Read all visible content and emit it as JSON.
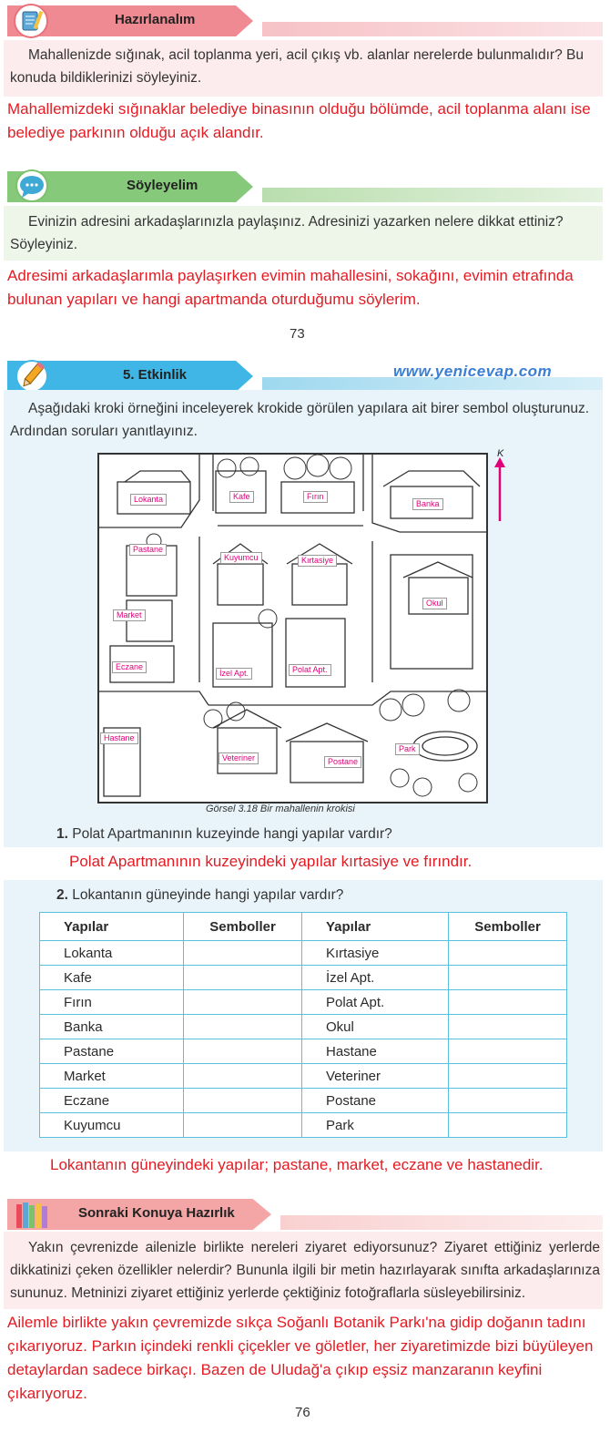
{
  "section1": {
    "title": "Hazırlanalım",
    "text": "Mahallenizde sığınak, acil toplanma yeri, acil çıkış vb. alanlar nerelerde bulunmalıdır? Bu konuda bildiklerinizi söyleyiniz.",
    "answer": "Mahallemizdeki sığınaklar belediye binasının olduğu bölümde, acil toplanma alanı ise belediye parkının olduğu açık alandır.",
    "color": "#e9707a",
    "icon": "notebook-pencil-icon"
  },
  "section2": {
    "title": "Söyleyelim",
    "text": "Evinizin adresini arkadaşlarınızla paylaşınız. Adresinizi yazarken nelere dikkat ettiniz? Söyleyiniz.",
    "answer": "Adresimi arkadaşlarımla paylaşırken evimin mahallesini, sokağını, evimin etrafında bulunan yapıları ve hangi apartmanda oturduğumu söylerim.",
    "color": "#7cc26b",
    "icon": "speech-bubble-icon"
  },
  "page_number_top": "73",
  "section3": {
    "title": "5. Etkinlik",
    "watermark": "www.yenicevap.com",
    "text": "Aşağıdaki kroki örneğini inceleyerek krokide görülen yapılara ait birer sembol oluşturunuz. Ardından soruları yanıtlayınız.",
    "color": "#3fb6e5",
    "icon": "pencil-icon",
    "north_label": "K",
    "map_labels": [
      "Lokanta",
      "Kafe",
      "Fırın",
      "Banka",
      "Pastane",
      "Kuyumcu",
      "Kırtasiye",
      "Market",
      "Okul",
      "Eczane",
      "İzel Apt.",
      "Polat Apt.",
      "Hastane",
      "Veteriner",
      "Postane",
      "Park"
    ],
    "caption": "Görsel 3.18 Bir mahallenin krokisi",
    "q1_num": "1.",
    "q1": "Polat Apartmanının kuzeyinde hangi yapılar vardır?",
    "a1": "Polat Apartmanının kuzeyindeki yapılar kırtasiye ve fırındır.",
    "q2_num": "2.",
    "q2": "Lokantanın güneyinde hangi yapılar vardır?",
    "table": {
      "headers": [
        "Yapılar",
        "Semboller",
        "Yapılar",
        "Semboller"
      ],
      "rows": [
        [
          "Lokanta",
          "",
          "Kırtasiye",
          ""
        ],
        [
          "Kafe",
          "",
          "İzel Apt.",
          ""
        ],
        [
          "Fırın",
          "",
          "Polat Apt.",
          ""
        ],
        [
          "Banka",
          "",
          "Okul",
          ""
        ],
        [
          "Pastane",
          "",
          "Hastane",
          ""
        ],
        [
          "Market",
          "",
          "Veteriner",
          ""
        ],
        [
          "Eczane",
          "",
          "Postane",
          ""
        ],
        [
          "Kuyumcu",
          "",
          "Park",
          ""
        ]
      ]
    },
    "a2": "Lokantanın güneyindeki yapılar; pastane, market, eczane ve hastanedir."
  },
  "section4": {
    "title": "Sonraki Konuya Hazırlık",
    "text": "Yakın çevrenizde ailenizle birlikte nereleri ziyaret ediyorsunuz? Ziyaret ettiğiniz yerlerde dikkatinizi çeken özellikler nelerdir? Bununla ilgili bir metin hazırlayarak sınıfta arkadaşlarınıza sununuz. Metninizi ziyaret ettiğiniz yerlerde çektiğiniz fotoğraflarla süsleyebilirsiniz.",
    "answer": "Ailemle birlikte yakın çevremizde sıkça Soğanlı Botanik Parkı'na gidip doğanın tadını çıkarıyoruz. Parkın içindeki renkli çiçekler ve göletler, her ziyaretimizde bizi büyüleyen detaylardan sadece birkaçı. Bazen de Uludağ'a çıkıp eşsiz manzaranın keyfini çıkarıyoruz.",
    "color": "#f4a6a6",
    "icon": "books-icon"
  },
  "page_number_bottom": "76"
}
